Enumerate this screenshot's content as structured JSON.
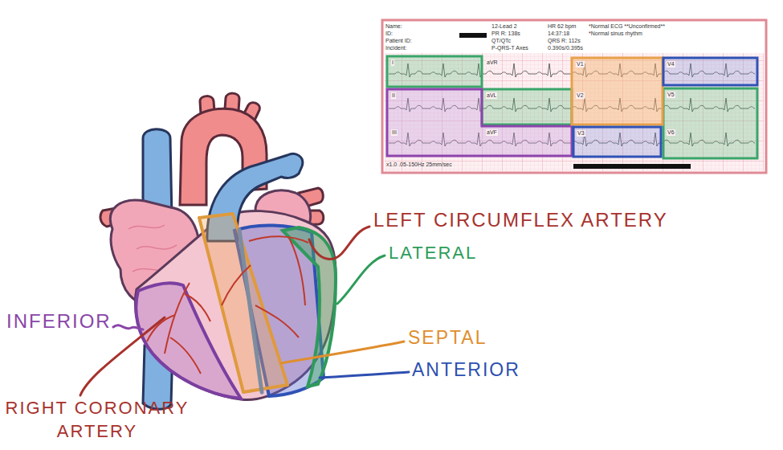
{
  "diagram": {
    "labels": [
      "Name:",
      "ID:",
      "Patient ID:",
      "Incident:",
      "12-Lead 2",
      "PR R: 138s",
      "QT/QTc",
      "P-QRS-T Axes",
      "HR 62 bpm",
      "14:37:18",
      "QRS R: 112s",
      "0.390s/0.395s",
      "*Normal ECG **Unconfirmed**",
      "*Normal sinus rhythm",
      "I",
      "aVR",
      "V1",
      "V4",
      "II",
      "aVL",
      "V2",
      "V5",
      "III",
      "aVF",
      "V3",
      "V6",
      "x1.0 .05-150Hz 25mm/sec",
      "LEFT CIRCUMFLEX ARTERY",
      "LATERAL",
      "INFERIOR",
      "SEPTAL",
      "ANTERIOR",
      "RIGHT CORONARY ARTERY"
    ]
  }
}
